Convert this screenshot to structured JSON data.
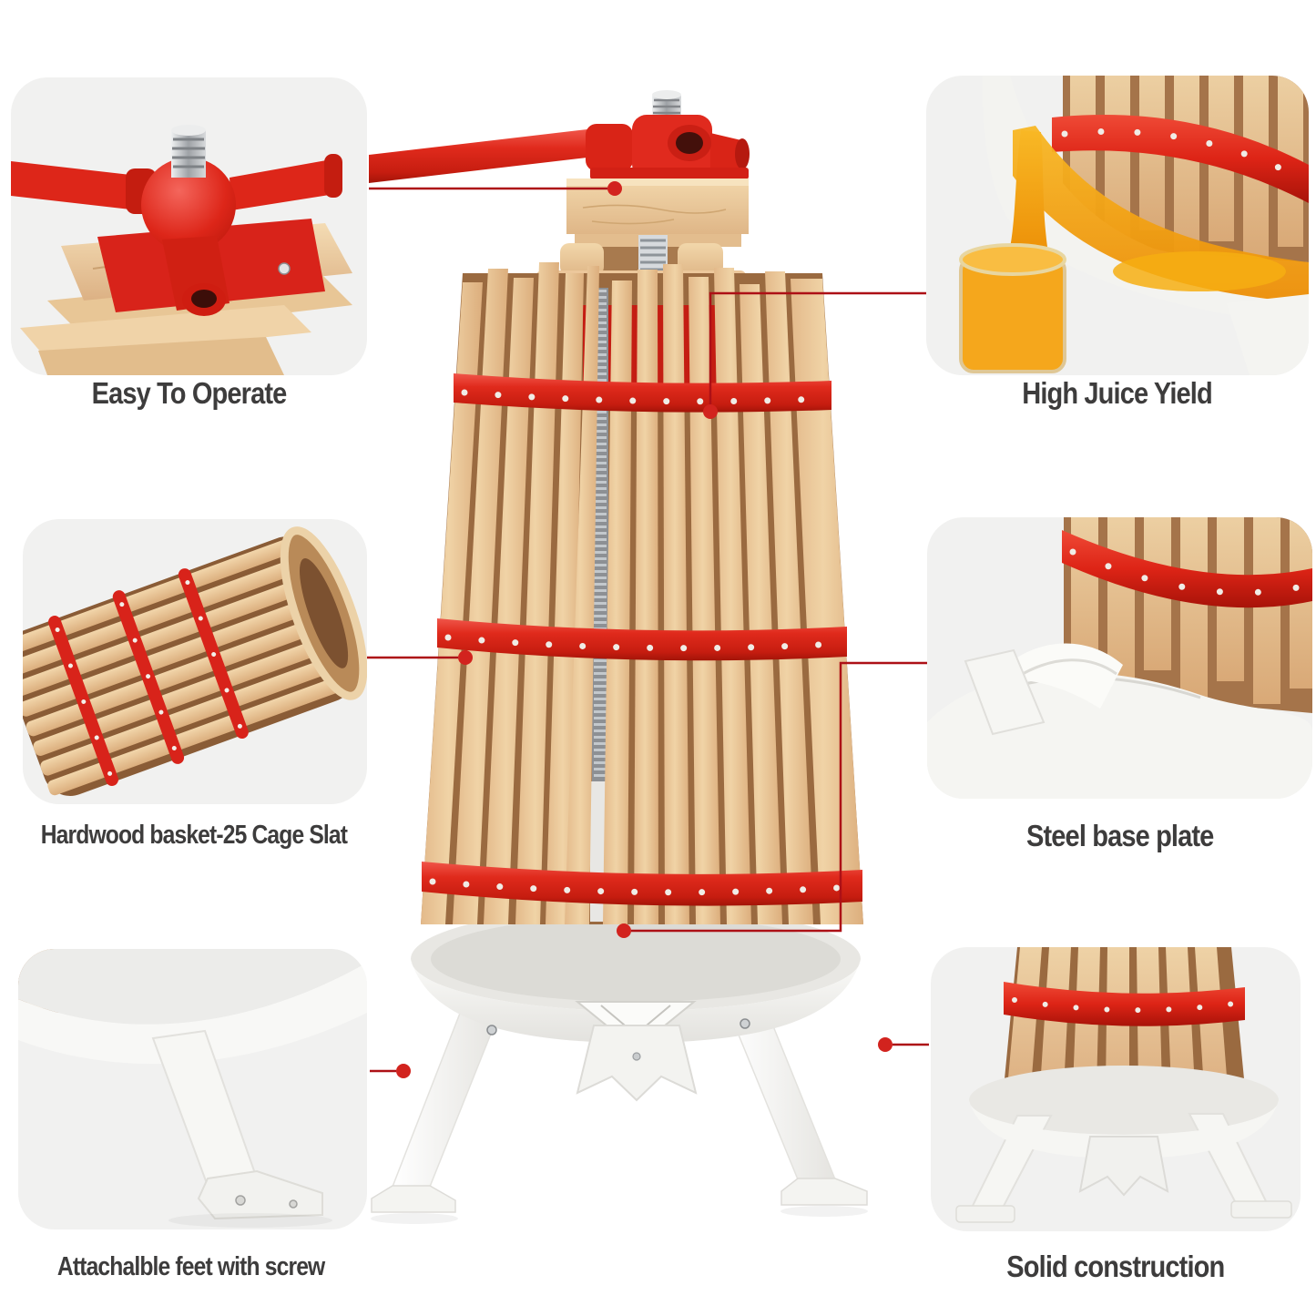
{
  "features": [
    {
      "id": "easy-to-operate",
      "label": "Easy To Operate"
    },
    {
      "id": "high-juice-yield",
      "label": "High Juice Yield"
    },
    {
      "id": "hardwood-basket",
      "label": "Hardwood basket-25 Cage Slat"
    },
    {
      "id": "steel-base-plate",
      "label": "Steel base plate"
    },
    {
      "id": "attachable-feet",
      "label": "Attachalble feet with screw"
    },
    {
      "id": "solid-construction",
      "label": "Solid construction"
    }
  ],
  "colors": {
    "page_background": "#ffffff",
    "panel_background": "#f1f1f0",
    "caption_text": "#3d3c3c",
    "accent_red": "#e02a1c",
    "accent_red_dark": "#a21408",
    "callout_line": "#ad1016",
    "callout_dot": "#d2231e",
    "wood_light": "#f1d5a9",
    "wood_mid": "#ddb183",
    "wood_interior": "#9a6a40",
    "metal_white": "#f6f6f3",
    "juice_orange": "#f2a31c"
  }
}
